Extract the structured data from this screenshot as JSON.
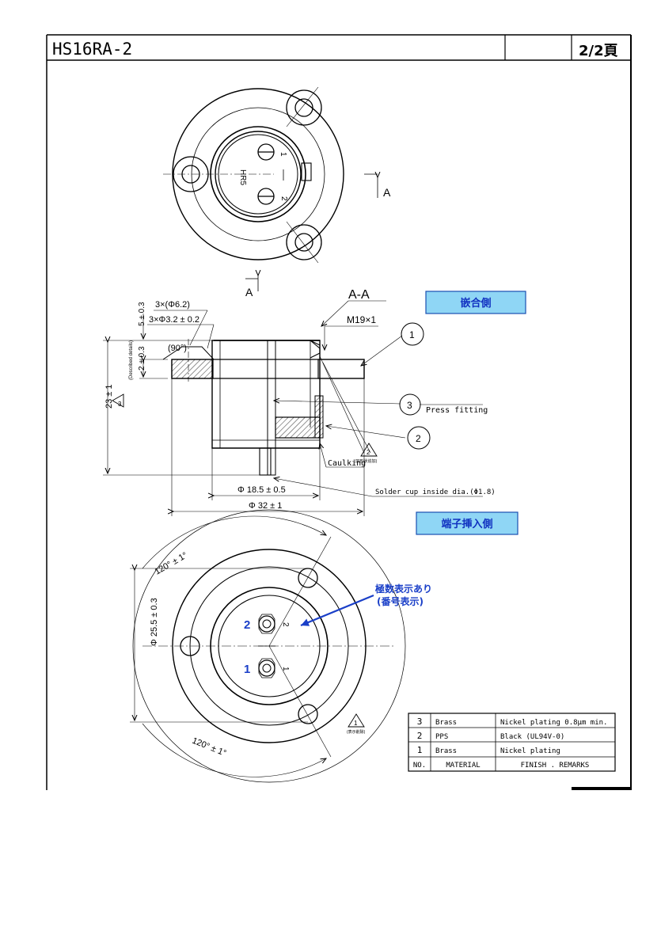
{
  "title_block": {
    "part_number": "HS16RA-2",
    "blank_cell": "",
    "page": "2/2頁"
  },
  "front_view": {
    "contact_labels": [
      "1",
      "2"
    ],
    "body_mark": "HR5",
    "section_arrow_label": "A"
  },
  "section_view": {
    "section_title": "A-A",
    "thread": "M19×1",
    "hole_count_dim": "3×(Φ6.2)",
    "hole_dim": "3×Φ3.2 ± 0.2",
    "angle": "(90°)",
    "top_dim": "5 ± 0.3",
    "flange_dim": "2 ± 0.3",
    "height_dim": "23 ± 1",
    "described_note": "(Described details)",
    "rev3": "3",
    "dia_inner": "Φ 18.5 ± 0.5",
    "dia_outer": "Φ 32 ± 1",
    "solder_cup": "Solder cup inside dia.(Φ1.8)",
    "press_fitting": "Press fitting",
    "caulking": "Caulking",
    "callout_1": "1",
    "callout_2": "2",
    "callout_3": "3",
    "rev2": "2",
    "rev2_note": "(凹形状追加)",
    "mating_side_label": "嵌合側"
  },
  "rear_view": {
    "terminal_side_label": "端子挿入側",
    "angle_top": "120° ± 1°",
    "angle_bottom": "120° ± 1°",
    "pcd_dim": "Φ 25.5 ± 0.3",
    "pin_label_1": "1",
    "pin_label_2": "2",
    "polarity_note_line1": "極数表示あり",
    "polarity_note_line2": "(番号表示)",
    "rev1": "1",
    "rev1_note": "(表示削除)"
  },
  "material_table": {
    "headers": [
      "NO.",
      "MATERIAL",
      "FINISH . REMARKS"
    ],
    "rows": [
      {
        "no": "3",
        "material": "Brass",
        "finish": "Nickel plating 0.8μm min."
      },
      {
        "no": "2",
        "material": "PPS",
        "finish": "Black (UL94V-0)"
      },
      {
        "no": "1",
        "material": "Brass",
        "finish": "Nickel plating"
      }
    ]
  },
  "colors": {
    "line": "#000000",
    "label_box_fill": "#8fd6f5",
    "label_box_border": "#1a4fb0",
    "label_text": "#1030c0",
    "note_blue": "#1a3fc8"
  }
}
